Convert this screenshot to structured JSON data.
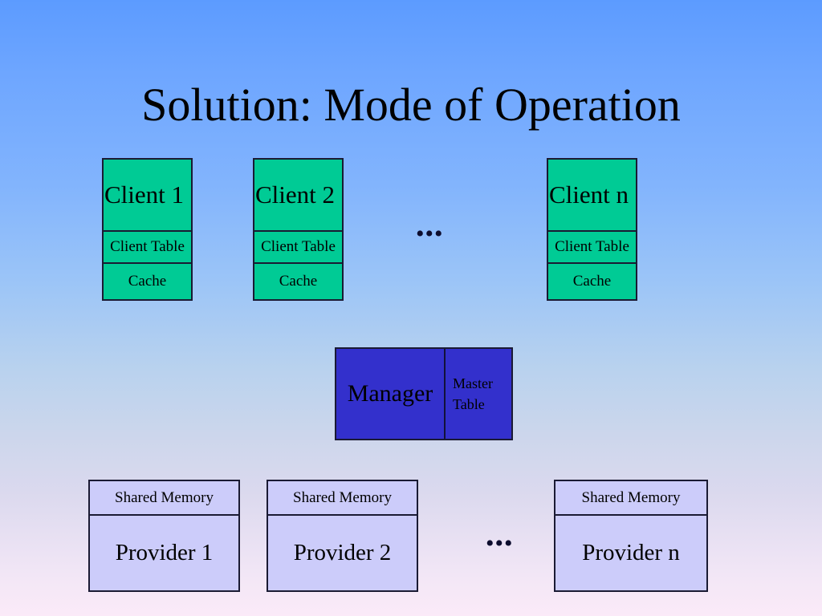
{
  "slide": {
    "title": "Solution: Mode of Operation",
    "background": {
      "top_color": "#5c9bff",
      "bottom_color": "#fbeaf8"
    }
  },
  "colors": {
    "client_fill": "#00cb95",
    "manager_fill": "#3330cc",
    "provider_fill": "#ccccfa",
    "border": "#1a1a33",
    "text": "#000000"
  },
  "clients": {
    "ellipsis": "•••",
    "items": [
      {
        "name": "Client 1",
        "table_label": "Client Table",
        "cache_label": "Cache"
      },
      {
        "name": "Client 2",
        "table_label": "Client Table",
        "cache_label": "Cache"
      },
      {
        "name": "Client n",
        "table_label": "Client Table",
        "cache_label": "Cache"
      }
    ]
  },
  "manager": {
    "label": "Manager",
    "master_table_line1": "Master",
    "master_table_line2": "Table"
  },
  "providers": {
    "ellipsis": "•••",
    "items": [
      {
        "header": "Shared Memory",
        "name": "Provider 1"
      },
      {
        "header": "Shared Memory",
        "name": "Provider 2"
      },
      {
        "header": "Shared Memory",
        "name": "Provider n"
      }
    ]
  }
}
